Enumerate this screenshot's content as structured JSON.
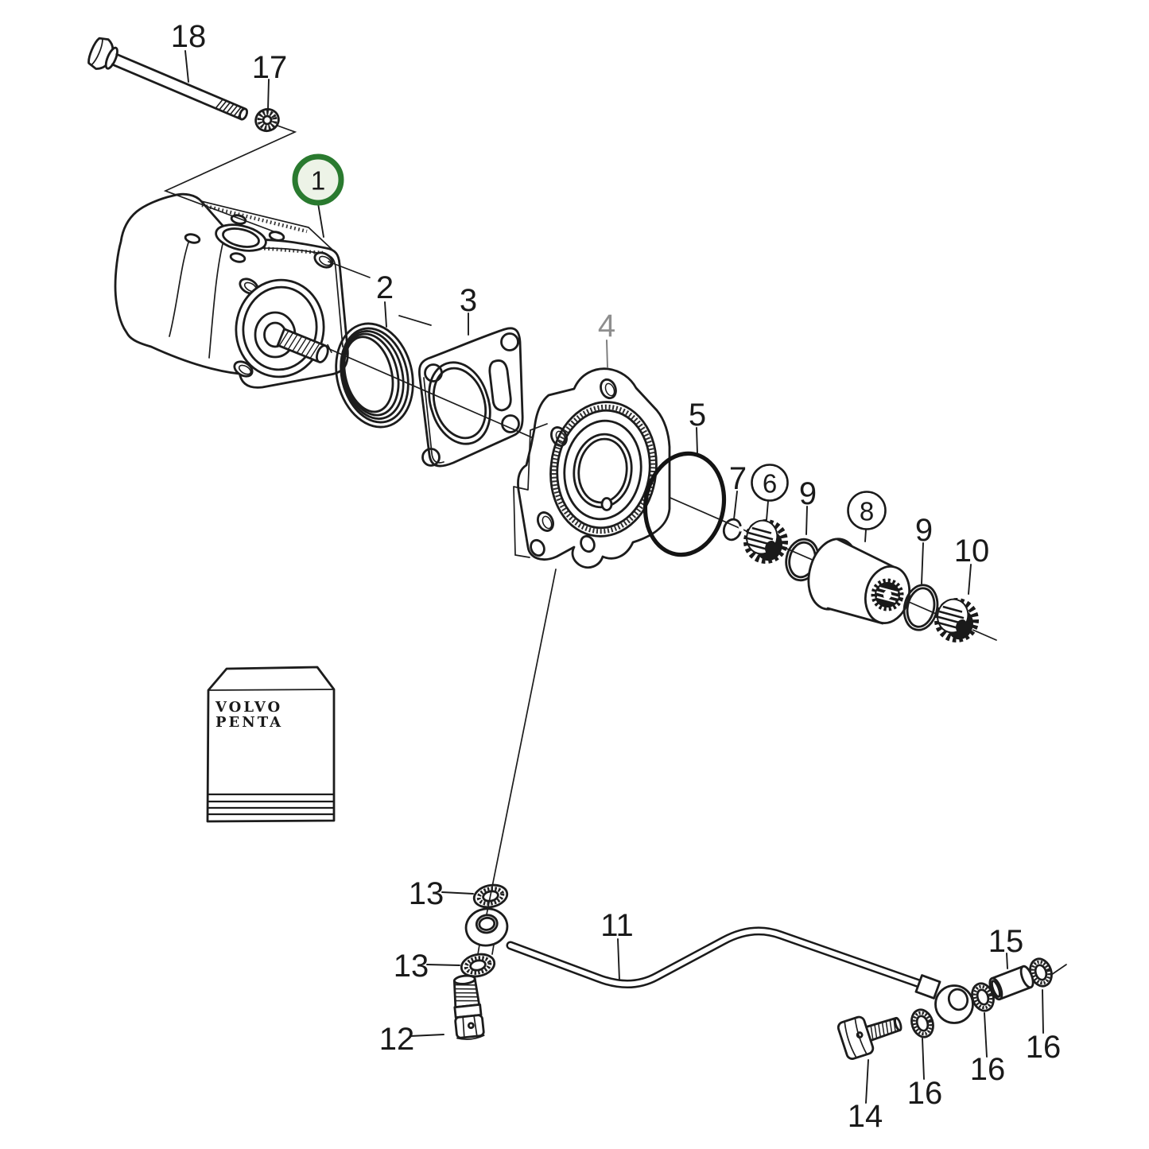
{
  "diagram": {
    "type": "exploded-parts-diagram",
    "colors": {
      "line": "#1c1c1c",
      "highlight_ring": "#2a7a2f",
      "highlight_fill": "#edf3e7",
      "muted_label": "#8e8e8e"
    },
    "package_label": {
      "line1": "VOLVO",
      "line2": "PENTA"
    },
    "callouts": [
      {
        "ref": "18",
        "style": "plain"
      },
      {
        "ref": "17",
        "style": "plain"
      },
      {
        "ref": "1",
        "style": "circled-green"
      },
      {
        "ref": "2",
        "style": "plain"
      },
      {
        "ref": "3",
        "style": "plain"
      },
      {
        "ref": "4",
        "style": "muted"
      },
      {
        "ref": "5",
        "style": "plain"
      },
      {
        "ref": "6",
        "style": "circled"
      },
      {
        "ref": "7",
        "style": "plain"
      },
      {
        "ref": "8",
        "style": "circled"
      },
      {
        "ref": "9",
        "style": "plain"
      },
      {
        "ref": "9",
        "style": "plain"
      },
      {
        "ref": "10",
        "style": "plain"
      },
      {
        "ref": "11",
        "style": "plain"
      },
      {
        "ref": "12",
        "style": "plain"
      },
      {
        "ref": "13",
        "style": "plain"
      },
      {
        "ref": "13",
        "style": "plain"
      },
      {
        "ref": "14",
        "style": "plain"
      },
      {
        "ref": "15",
        "style": "plain"
      },
      {
        "ref": "16",
        "style": "plain"
      },
      {
        "ref": "16",
        "style": "plain"
      },
      {
        "ref": "16",
        "style": "plain"
      }
    ]
  }
}
